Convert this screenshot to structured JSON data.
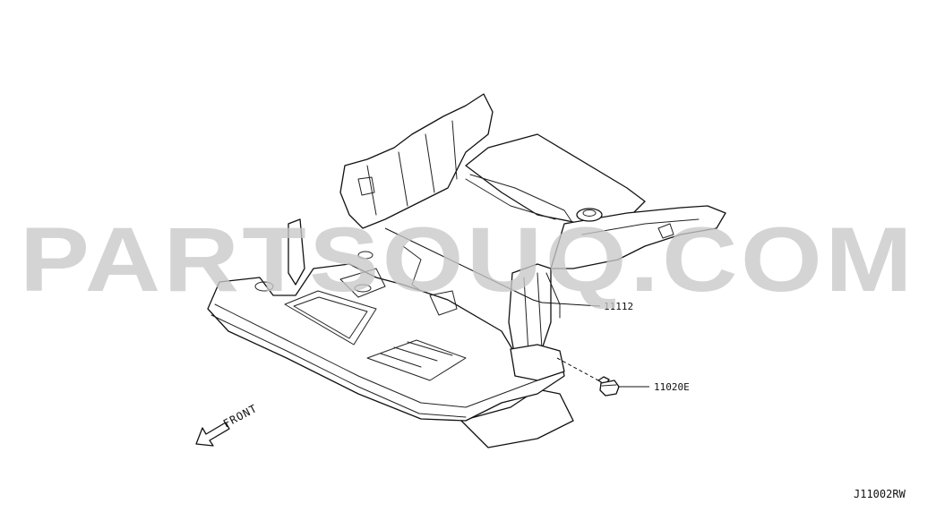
{
  "callouts": {
    "floor_panel": "11112",
    "clip": "11020E"
  },
  "front_label": "FRONT",
  "watermark_text": "PARTSOUQ.COM",
  "diagram_code": "J11002RW",
  "colors": {
    "line": "#111111",
    "watermark": "#c8c8c8",
    "background": "#ffffff"
  },
  "icons": {
    "front_arrow": "front-arrow-icon"
  }
}
